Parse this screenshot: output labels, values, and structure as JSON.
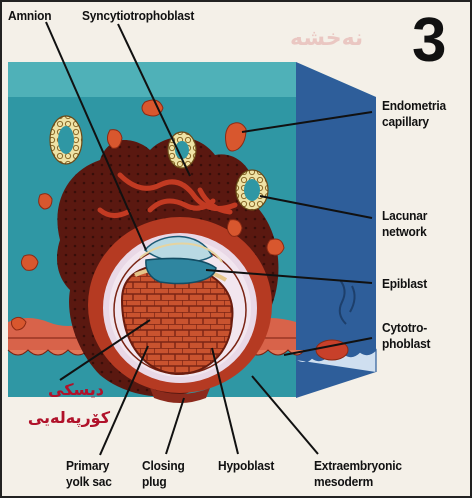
{
  "figure": {
    "number": "3",
    "faint_header": "نەخشە",
    "labels": {
      "amnion": "Amnion",
      "syncytiotrophoblast": "Syncytiotrophoblast",
      "endometrial_capillary_1": "Endometria",
      "endometrial_capillary_2": "capillary",
      "lacunar_network_1": "Lacunar",
      "lacunar_network_2": "network",
      "epiblast": "Epiblast",
      "cytotrophoblast_1": "Cytotro-",
      "cytotrophoblast_2": "phoblast",
      "primary_yolk_sac_1": "Primary",
      "primary_yolk_sac_2": "yolk sac",
      "closing_plug_1": "Closing",
      "closing_plug_2": "plug",
      "hypoblast": "Hypoblast",
      "extraembryonic_mesoderm_1": "Extraembryonic",
      "extraembryonic_mesoderm_2": "mesoderm"
    },
    "kurdish_label_1": "دیسکی",
    "kurdish_label_2": "کۆرپەلەیی"
  },
  "colors": {
    "tissue_front": "#2f9aa6",
    "tissue_top": "#59b6bd",
    "tissue_side": "#2d5f9a",
    "syncytio": "#5a1810",
    "syncytio_mid": "#8c2a1c",
    "cyto": "#c84a30",
    "vessel": "#d8572e",
    "cavity": "#d9c7dc",
    "yolk": "#c04a2a",
    "epiblast": "#2f86a0",
    "kurdish_text": "#b0122a"
  }
}
